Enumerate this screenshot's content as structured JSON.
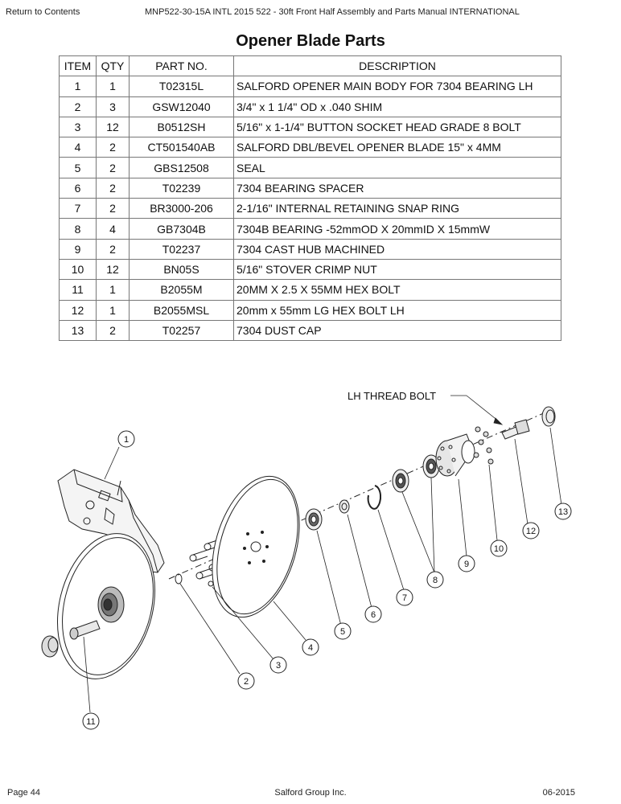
{
  "header": {
    "return_link": "Return to Contents",
    "doc_title": "MNP522-30-15A INTL 2015 522 - 30ft Front Half Assembly and Parts Manual INTERNATIONAL"
  },
  "page_title": "Opener Blade Parts",
  "table": {
    "columns": [
      "ITEM",
      "QTY",
      "PART NO.",
      "DESCRIPTION"
    ],
    "rows": [
      {
        "item": "1",
        "qty": "1",
        "part": "T02315L",
        "desc": "SALFORD OPENER MAIN BODY FOR 7304 BEARING LH"
      },
      {
        "item": "2",
        "qty": "3",
        "part": "GSW12040",
        "desc": "3/4\" x 1 1/4\" OD x .040 SHIM"
      },
      {
        "item": "3",
        "qty": "12",
        "part": "B0512SH",
        "desc": "5/16\" x 1-1/4\" BUTTON SOCKET HEAD GRADE 8 BOLT"
      },
      {
        "item": "4",
        "qty": "2",
        "part": "CT501540AB",
        "desc": "SALFORD DBL/BEVEL OPENER BLADE 15\" x 4MM"
      },
      {
        "item": "5",
        "qty": "2",
        "part": "GBS12508",
        "desc": "SEAL"
      },
      {
        "item": "6",
        "qty": "2",
        "part": "T02239",
        "desc": "7304 BEARING SPACER"
      },
      {
        "item": "7",
        "qty": "2",
        "part": "BR3000-206",
        "desc": "2-1/16\" INTERNAL RETAINING SNAP RING"
      },
      {
        "item": "8",
        "qty": "4",
        "part": "GB7304B",
        "desc": "7304B BEARING -52mmOD X 20mmID X 15mmW"
      },
      {
        "item": "9",
        "qty": "2",
        "part": "T02237",
        "desc": "7304 CAST HUB MACHINED"
      },
      {
        "item": "10",
        "qty": "12",
        "part": "BN05S",
        "desc": "5/16\" STOVER CRIMP NUT"
      },
      {
        "item": "11",
        "qty": "1",
        "part": "B2055M",
        "desc": "20MM X 2.5 X 55MM HEX BOLT"
      },
      {
        "item": "12",
        "qty": "1",
        "part": "B2055MSL",
        "desc": "20mm x 55mm LG HEX BOLT LH"
      },
      {
        "item": "13",
        "qty": "2",
        "part": "T02257",
        "desc": "7304 DUST CAP"
      }
    ]
  },
  "diagram": {
    "callout_label": "LH THREAD BOLT",
    "balloons": [
      "1",
      "2",
      "3",
      "4",
      "5",
      "6",
      "7",
      "8",
      "9",
      "10",
      "11",
      "12",
      "13"
    ]
  },
  "footer": {
    "page": "Page 44",
    "company": "Salford Group Inc.",
    "date": "06-2015"
  }
}
